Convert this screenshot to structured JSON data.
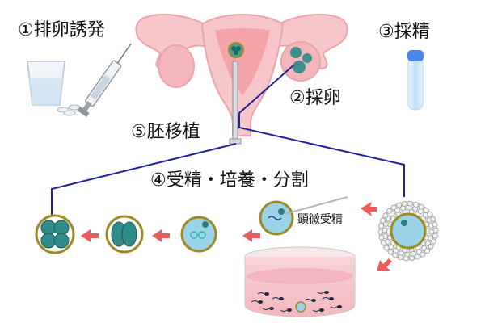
{
  "steps": {
    "ovulation_induction": "①排卵誘発",
    "egg_retrieval": "②採卵",
    "sperm_collection": "③採精",
    "fertilization_culture_division": "④受精・培養・分割",
    "embryo_transfer": "⑤胚移植"
  },
  "annotations": {
    "icsi": "顕微受精"
  },
  "colors": {
    "uterus_outline": "#e8a5ac",
    "uterus_fill": "#f7c6c9",
    "uterus_inner": "#f4a3a7",
    "ovary": "#f4b6ba",
    "follicle": "#3c8f8f",
    "embryo_cell": "#2f8c86",
    "zona": "#9d8c25",
    "arrow": "#ef5b5b",
    "path_line": "#20209a",
    "dish_fill": "#f6c3c8",
    "tube_cap": "#4a87ee",
    "tube_body": "#cfe6f7"
  }
}
